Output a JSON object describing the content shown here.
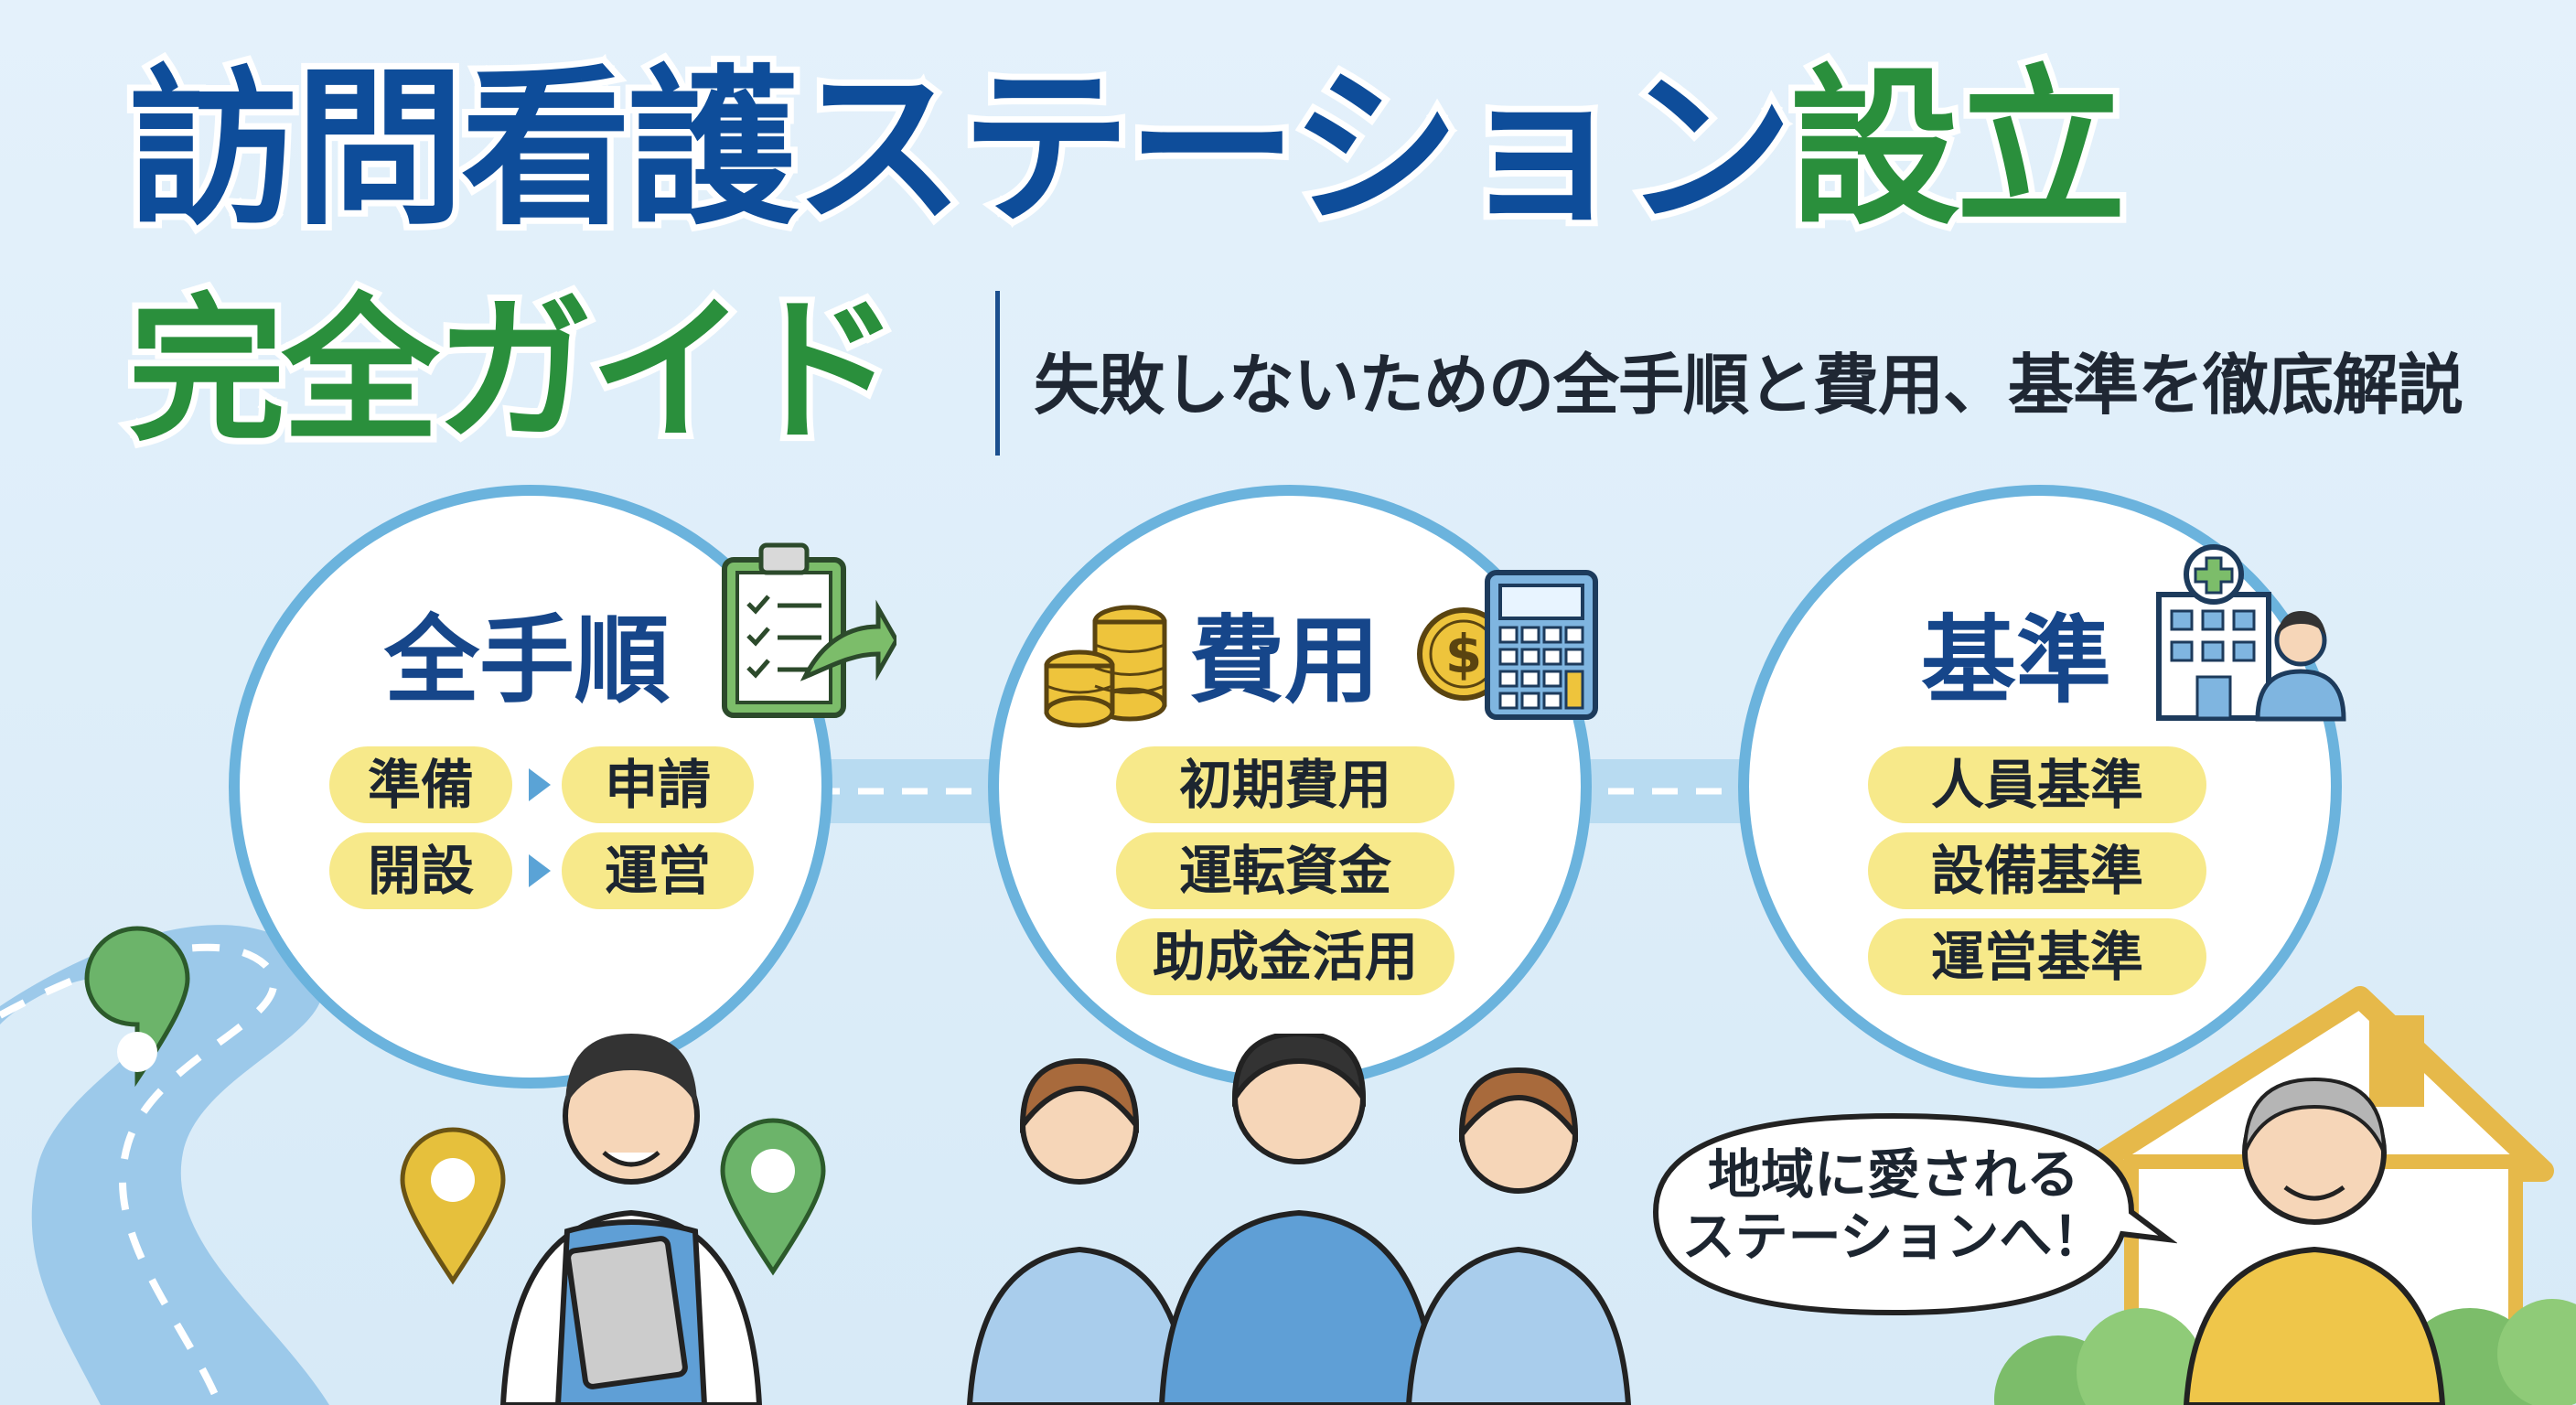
{
  "title": {
    "main_blue": "訪問看護ステーション",
    "main_green": "設立",
    "sub": "完全ガイド",
    "tagline": "失敗しないための全手順と費用、基準を徹底解説"
  },
  "sections": {
    "steps": {
      "heading": "全手順",
      "items": [
        "準備",
        "申請",
        "開設",
        "運営"
      ]
    },
    "costs": {
      "heading": "費用",
      "items": [
        "初期費用",
        "運転資金",
        "助成金活用"
      ]
    },
    "standards": {
      "heading": "基準",
      "items": [
        "人員基準",
        "設備基準",
        "運営基準"
      ]
    }
  },
  "speech_bubble": {
    "line1": "地域に愛される",
    "line2": "ステーションへ！"
  },
  "icons": [
    "clipboard-checklist-icon",
    "coins-icon",
    "calculator-icon",
    "dollar-coin-icon",
    "hospital-building-icon",
    "staff-person-icon",
    "map-pin-icon",
    "house-icon"
  ],
  "colors": {
    "title_blue": "#0e4d9a",
    "title_green": "#2a8f3c",
    "circle_border": "#6bb3dd",
    "pill_yellow": "#f7e98a",
    "background": "#dcedf9"
  }
}
